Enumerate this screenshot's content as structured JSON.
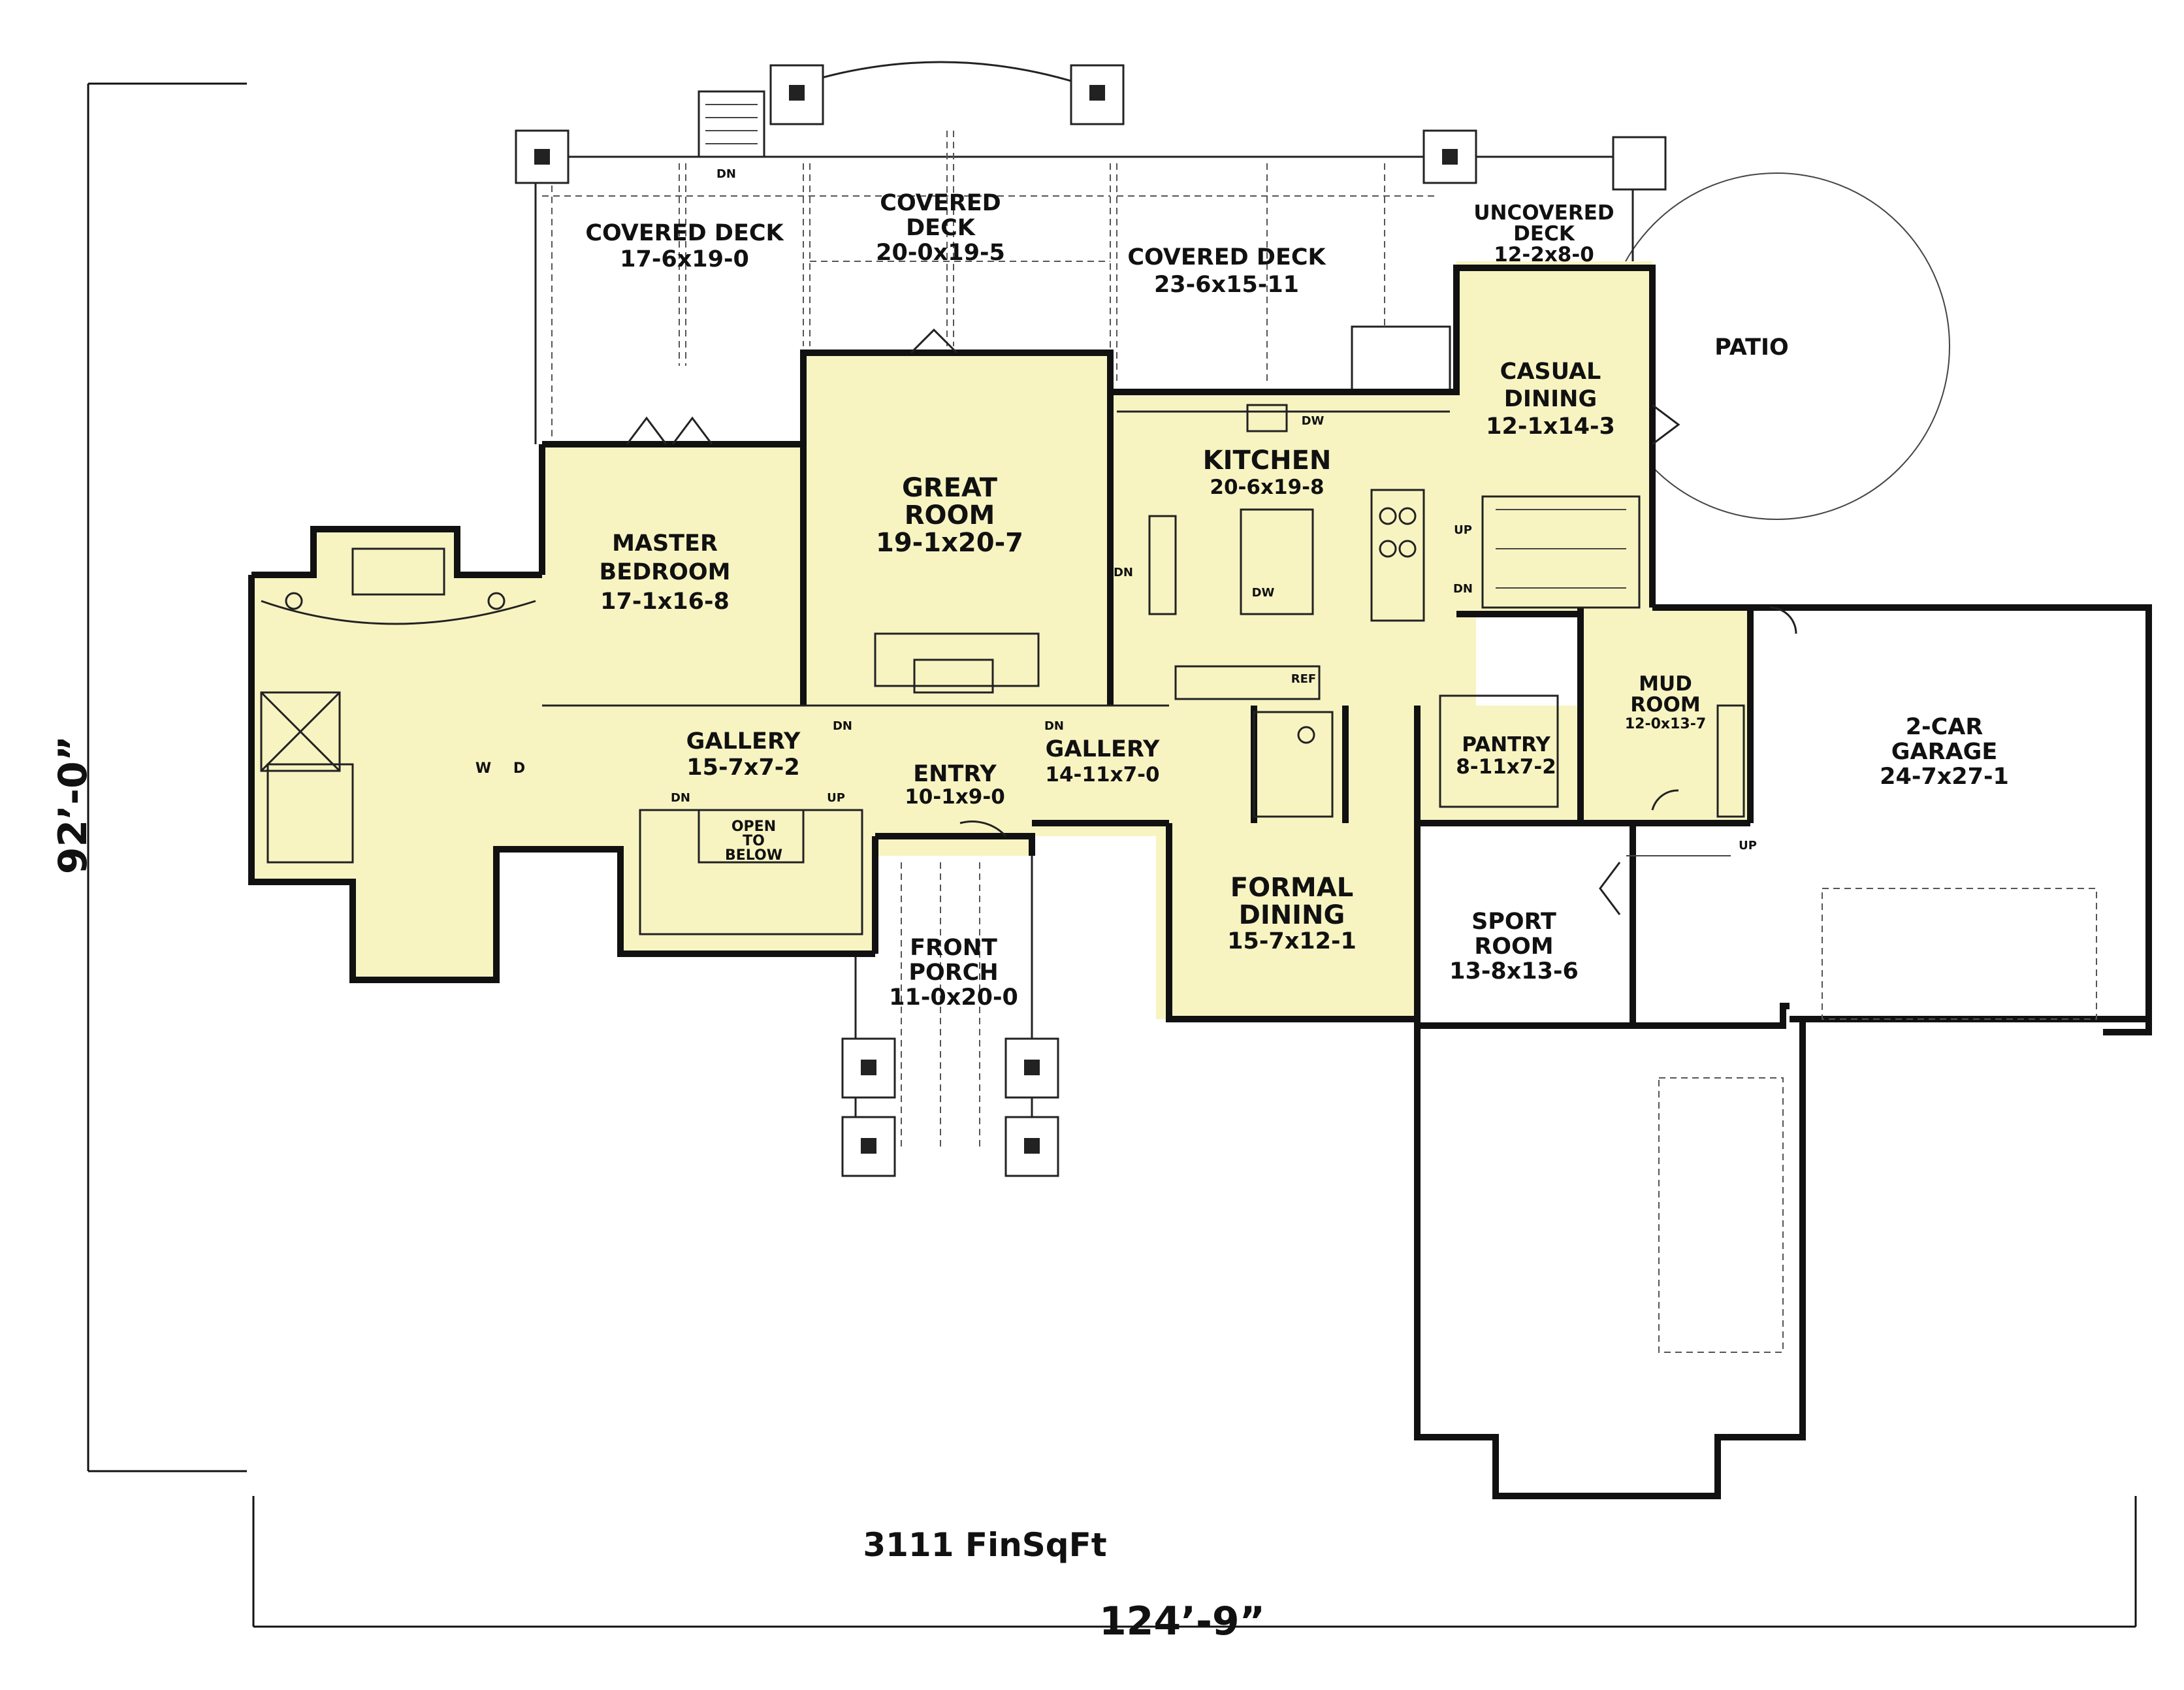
{
  "plan": {
    "total_area": "3111 FinSqFt",
    "width_dim": "124’-9”",
    "depth_dim": "92’-0”"
  },
  "rooms": {
    "covered_deck_1": {
      "name": "COVERED DECK",
      "size": "17-6x19-0"
    },
    "covered_deck_2": {
      "name_l1": "COVERED",
      "name_l2": "DECK",
      "size": "20-0x19-5"
    },
    "covered_deck_3": {
      "name": "COVERED DECK",
      "size": "23-6x15-11"
    },
    "uncovered_deck": {
      "name_l1": "UNCOVERED",
      "name_l2": "DECK",
      "size": "12-2x8-0"
    },
    "patio": {
      "name": "PATIO"
    },
    "casual_dining": {
      "name_l1": "CASUAL",
      "name_l2": "DINING",
      "size": "12-1x14-3"
    },
    "kitchen": {
      "name": "KITCHEN",
      "size": "20-6x19-8"
    },
    "great_room": {
      "name_l1": "GREAT",
      "name_l2": "ROOM",
      "size": "19-1x20-7"
    },
    "master_bedroom": {
      "name_l1": "MASTER",
      "name_l2": "BEDROOM",
      "size": "17-1x16-8"
    },
    "gallery_left": {
      "name": "GALLERY",
      "size": "15-7x7-2"
    },
    "entry": {
      "name": "ENTRY",
      "size": "10-1x9-0"
    },
    "gallery_right": {
      "name": "GALLERY",
      "size": "14-11x7-0"
    },
    "open_to_below": {
      "l1": "OPEN",
      "l2": "TO",
      "l3": "BELOW"
    },
    "pantry": {
      "name": "PANTRY",
      "size": "8-11x7-2"
    },
    "mud_room": {
      "name_l1": "MUD",
      "name_l2": "ROOM",
      "size": "12-0x13-7"
    },
    "garage": {
      "name_l1": "2-CAR",
      "name_l2": "GARAGE",
      "size": "24-7x27-1"
    },
    "formal_dining": {
      "name_l1": "FORMAL",
      "name_l2": "DINING",
      "size": "15-7x12-1"
    },
    "sport_room": {
      "name_l1": "SPORT",
      "name_l2": "ROOM",
      "size": "13-8x13-6"
    },
    "front_porch": {
      "name_l1": "FRONT",
      "name_l2": "PORCH",
      "size": "11-0x20-0"
    }
  },
  "annotations": {
    "dn": "DN",
    "up": "UP",
    "dw": "DW",
    "ref": "REF",
    "washer": "W",
    "dryer": "D"
  }
}
